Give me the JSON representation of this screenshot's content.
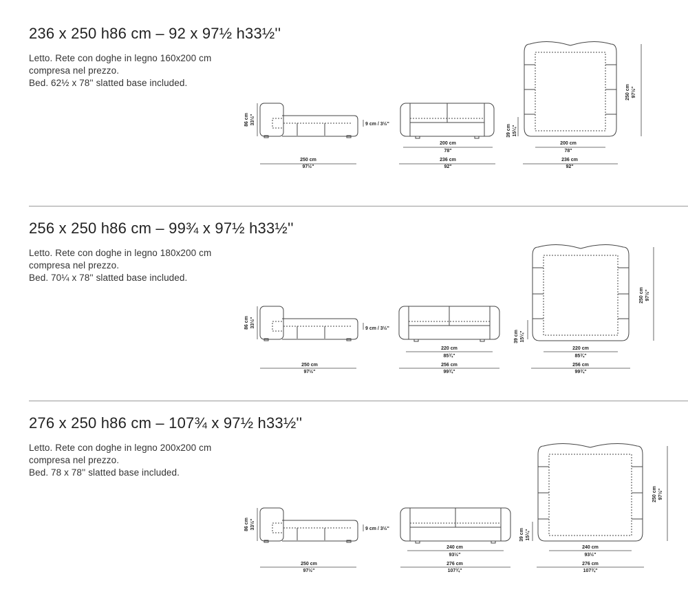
{
  "sections": [
    {
      "title": "236 x 250 h86 cm – 92 x 97½ h33½''",
      "desc": [
        "Letto. Rete con doghe in legno 160x200 cm",
        "compresa nel prezzo.",
        "Bed. 62½ x 78'' slatted base included."
      ],
      "side_height_cm": "86 cm",
      "side_height_in": "33½\"",
      "side_len_cm": "250 cm",
      "side_len_in": "97½\"",
      "base_thick": "9 cm / 3½\"",
      "front_inner_cm": "200 cm",
      "front_inner_in": "78\"",
      "front_outer_cm": "236 cm",
      "front_outer_in": "92\"",
      "seat_h_cm": "39 cm",
      "seat_h_in": "15¼\"",
      "top_inner_cm": "200 cm",
      "top_inner_in": "78\"",
      "top_outer_cm": "236 cm",
      "top_outer_in": "92\"",
      "top_len_cm": "250 cm",
      "top_len_in": "97½\""
    },
    {
      "title": "256 x 250 h86 cm – 99¾ x 97½ h33½''",
      "desc": [
        "Letto. Rete con doghe in legno 180x200 cm",
        "compresa nel prezzo.",
        "Bed. 70¼ x 78'' slatted base included."
      ],
      "side_height_cm": "86 cm",
      "side_height_in": "33½\"",
      "side_len_cm": "250 cm",
      "side_len_in": "97½\"",
      "base_thick": "9 cm / 3½\"",
      "front_inner_cm": "220 cm",
      "front_inner_in": "85¾\"",
      "front_outer_cm": "256 cm",
      "front_outer_in": "99¾\"",
      "seat_h_cm": "39 cm",
      "seat_h_in": "15¼\"",
      "top_inner_cm": "220 cm",
      "top_inner_in": "85¾\"",
      "top_outer_cm": "256 cm",
      "top_outer_in": "99¾\"",
      "top_len_cm": "250 cm",
      "top_len_in": "97½\""
    },
    {
      "title": "276 x 250 h86 cm – 107¾ x 97½ h33½''",
      "desc": [
        "Letto. Rete con doghe in legno 200x200 cm",
        "compresa nel prezzo.",
        "Bed. 78 x 78'' slatted base included."
      ],
      "side_height_cm": "86 cm",
      "side_height_in": "33½\"",
      "side_len_cm": "250 cm",
      "side_len_in": "97½\"",
      "base_thick": "9 cm / 3½\"",
      "front_inner_cm": "240 cm",
      "front_inner_in": "93½\"",
      "front_outer_cm": "276 cm",
      "front_outer_in": "107¾\"",
      "seat_h_cm": "39 cm",
      "seat_h_in": "15¼\"",
      "top_inner_cm": "240 cm",
      "top_inner_in": "93½\"",
      "top_outer_cm": "276 cm",
      "top_outer_in": "107¾\"",
      "top_len_cm": "250 cm",
      "top_len_in": "97½\""
    }
  ],
  "colors": {
    "line": "#444444",
    "text": "#222222",
    "divider": "#999999"
  }
}
